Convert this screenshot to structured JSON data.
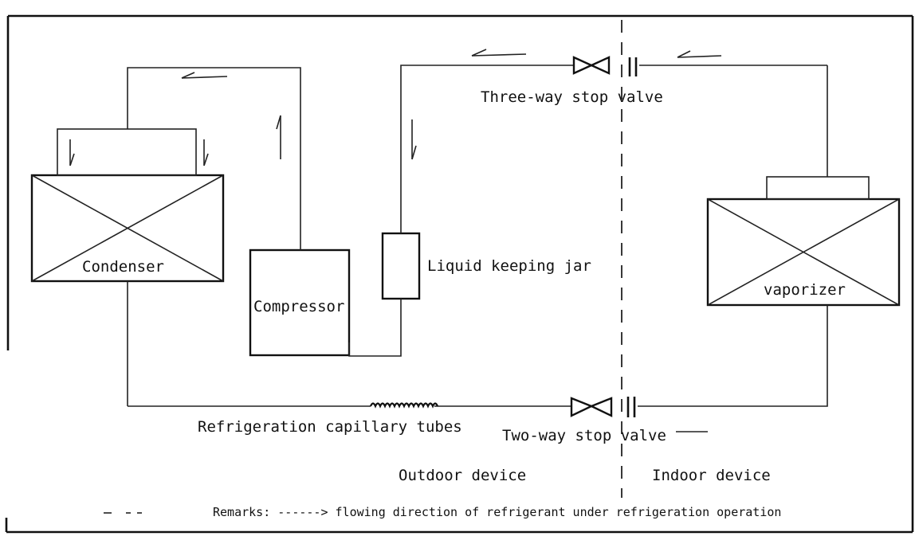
{
  "components": {
    "condenser": "Condenser",
    "compressor": "Compressor",
    "liquid_jar": "Liquid keeping jar",
    "vaporizer": "vaporizer",
    "three_way_valve": "Three-way stop valve",
    "two_way_valve": "Two-way stop valve",
    "capillary": "Refrigeration capillary tubes"
  },
  "regions": {
    "outdoor": "Outdoor device",
    "indoor": "Indoor device"
  },
  "remarks": "Remarks: ------> flowing direction of refrigerant under refrigeration operation",
  "colors": {
    "line": "#222222",
    "background": "#ffffff"
  }
}
